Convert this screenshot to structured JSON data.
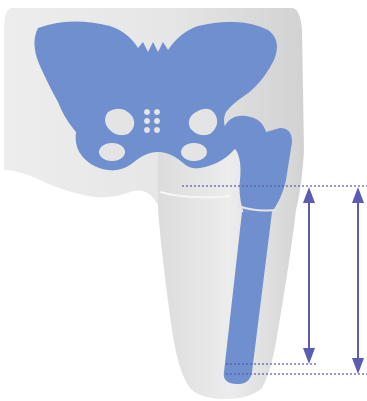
{
  "colors": {
    "background": "#ffffff",
    "skin_light": "#ebebeb",
    "skin_dark": "#d0d0d0",
    "bone": "#6f8fce",
    "bone_hole": "#e4e4e4",
    "measure": "#5a5db2"
  },
  "diagram": {
    "subject": "pelvis-and-femur-leg-length-measurement",
    "measurements": [
      {
        "name": "measurement-arrow-short"
      },
      {
        "name": "measurement-arrow-long"
      }
    ]
  }
}
